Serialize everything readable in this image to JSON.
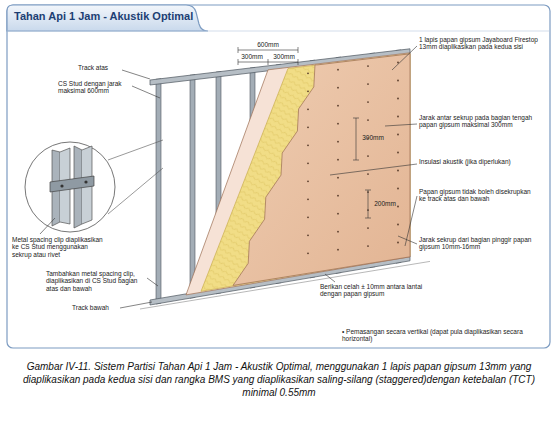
{
  "diagram": {
    "title": "Tahan Api 1 Jam - Akustik Optimal",
    "caption": "Gambar IV-11. Sistem Partisi Tahan Api 1 Jam - Akustik Optimal, menggunakan 1 lapis papan gipsum 13mm yang diaplikasikan pada kedua sisi dan rangka BMS yang diaplikasikan saling-silang (staggered)dengan ketebalan (TCT) minimal 0.55mm",
    "labels": [
      "600mm",
      "300mm",
      "300mm",
      "Track atas",
      "CS Stud dengan jarak maksimal 600mm",
      "1 lapis papan gipsum Jayaboard Firestop 13mm diaplikasikan pada kedua sisi",
      "Jarak antar sekrup pada bagian tengah papan gipsum maksimal 300mm",
      "300mm",
      "Insulasi akustik (jika diperlukan)",
      "Metal spacing clip diaplikasikan ke CS Stud menggunakan sekrup atau rivet",
      "200mm",
      "Papan gipsum tidak boleh disekrupkan ke track atas dan bawah",
      "Tambahkan metal spacing clip, diaplikasikan di CS Stud bagian atas dan bawah",
      "Jarak sekrup dari bagian pinggir papan gipsum 10mm-16mm",
      "Berikan celah ± 10mm antara lantai dengan papan gipsum",
      "Track bawah",
      "• Pemasangan secara vertikal (dapat pula diaplikasikan secara horizontal)"
    ]
  }
}
